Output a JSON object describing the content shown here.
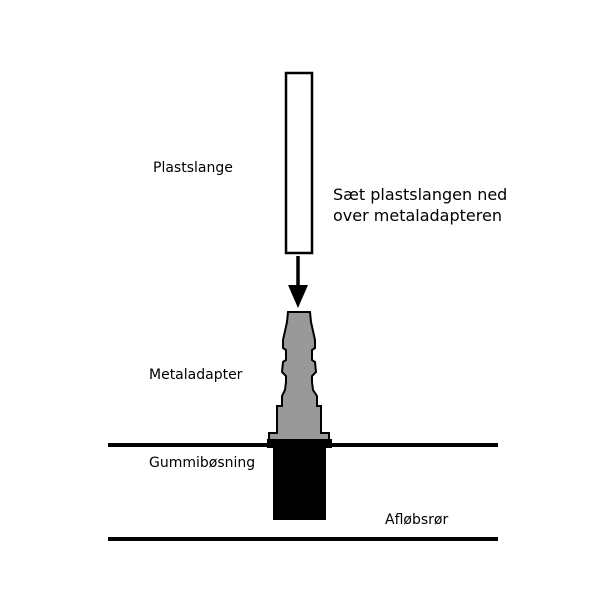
{
  "labels": {
    "plastic_hose": "Plastslange",
    "instruction_line1": "Sæt plastslangen ned",
    "instruction_line2": "over metaladapteren",
    "metal_adapter": "Metaladapter",
    "rubber_bushing": "Gummibøsning",
    "drain_pipe": "Afløbsrør"
  },
  "colors": {
    "adapter": "#999999",
    "bushing": "#000000",
    "outline": "#000000"
  }
}
